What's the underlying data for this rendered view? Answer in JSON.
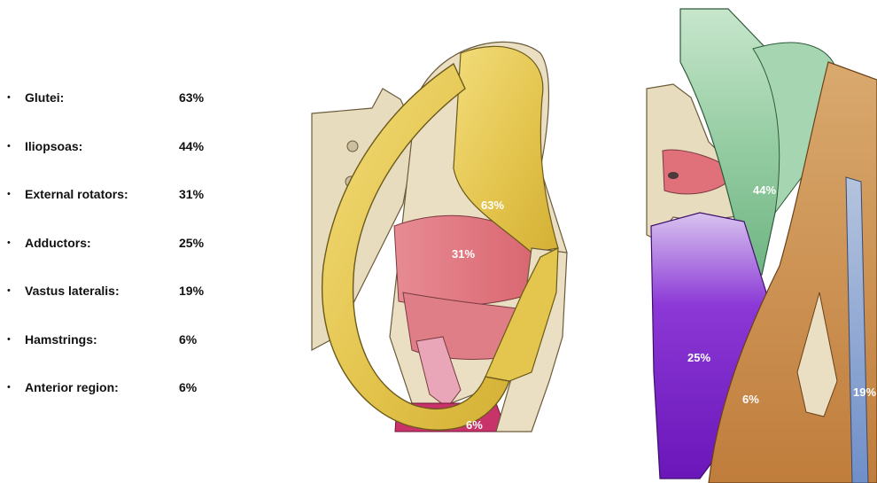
{
  "legend": [
    {
      "name": "Glutei:",
      "percent": "63%"
    },
    {
      "name": "Iliopsoas:",
      "percent": "44%"
    },
    {
      "name": "External rotators:",
      "percent": "31%"
    },
    {
      "name": "Adductors:",
      "percent": "25%"
    },
    {
      "name": "Vastus lateralis:",
      "percent": "19%"
    },
    {
      "name": "Hamstrings:",
      "percent": "6%"
    },
    {
      "name": "Anterior region:",
      "percent": "6%"
    }
  ],
  "posterior_view": {
    "glutei_label": "63%",
    "external_rotators_label": "31%",
    "hamstrings_label": "6%"
  },
  "anterior_view": {
    "iliopsoas_label": "44%",
    "adductors_label": "25%",
    "anterior_region_label": "6%",
    "vastus_lateralis_label": "19%"
  },
  "colors": {
    "bone": "#e8dcbf",
    "glutei": "#e2c24a",
    "external_rotators": "#e0707a",
    "hamstrings": "#c8336a",
    "iliopsoas": "#8cc79a",
    "adductors": "#7a1fc9",
    "anterior_region": "#c98a45",
    "vastus_lateralis": "#7f9ccf"
  }
}
